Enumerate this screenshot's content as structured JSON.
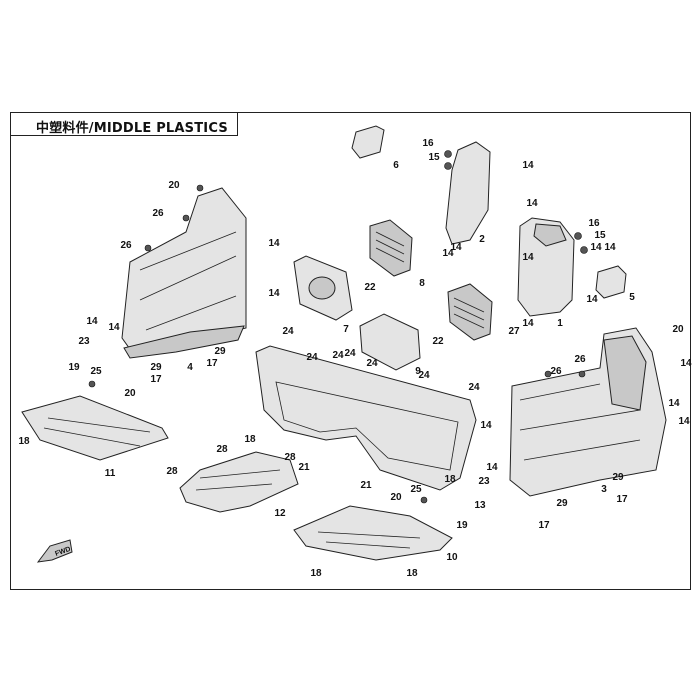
{
  "title": "中塑料件/MIDDLE PLASTICS",
  "callouts": [
    {
      "n": "1"
    },
    {
      "n": "2"
    },
    {
      "n": "3"
    },
    {
      "n": "4"
    },
    {
      "n": "5"
    },
    {
      "n": "6"
    },
    {
      "n": "7"
    },
    {
      "n": "8"
    },
    {
      "n": "9"
    },
    {
      "n": "10"
    },
    {
      "n": "11"
    },
    {
      "n": "12"
    },
    {
      "n": "13"
    },
    {
      "n": "14"
    },
    {
      "n": "14"
    },
    {
      "n": "14"
    },
    {
      "n": "14"
    },
    {
      "n": "14"
    },
    {
      "n": "14"
    },
    {
      "n": "14"
    },
    {
      "n": "14"
    },
    {
      "n": "14"
    },
    {
      "n": "14"
    },
    {
      "n": "14"
    },
    {
      "n": "14"
    },
    {
      "n": "14"
    },
    {
      "n": "14"
    },
    {
      "n": "14"
    },
    {
      "n": "14"
    },
    {
      "n": "14"
    },
    {
      "n": "14"
    },
    {
      "n": "15"
    },
    {
      "n": "15"
    },
    {
      "n": "16"
    },
    {
      "n": "16"
    },
    {
      "n": "17"
    },
    {
      "n": "17"
    },
    {
      "n": "17"
    },
    {
      "n": "17"
    },
    {
      "n": "18"
    },
    {
      "n": "18"
    },
    {
      "n": "18"
    },
    {
      "n": "18"
    },
    {
      "n": "18"
    },
    {
      "n": "19"
    },
    {
      "n": "19"
    },
    {
      "n": "20"
    },
    {
      "n": "20"
    },
    {
      "n": "20"
    },
    {
      "n": "20"
    },
    {
      "n": "21"
    },
    {
      "n": "21"
    },
    {
      "n": "22"
    },
    {
      "n": "22"
    },
    {
      "n": "23"
    },
    {
      "n": "23"
    },
    {
      "n": "24"
    },
    {
      "n": "24"
    },
    {
      "n": "24"
    },
    {
      "n": "24"
    },
    {
      "n": "24"
    },
    {
      "n": "24"
    },
    {
      "n": "24"
    },
    {
      "n": "25"
    },
    {
      "n": "25"
    },
    {
      "n": "26"
    },
    {
      "n": "26"
    },
    {
      "n": "26"
    },
    {
      "n": "26"
    },
    {
      "n": "27"
    },
    {
      "n": "28"
    },
    {
      "n": "28"
    },
    {
      "n": "28"
    },
    {
      "n": "29"
    },
    {
      "n": "29"
    },
    {
      "n": "29"
    },
    {
      "n": "29"
    }
  ],
  "fwd_label": "FWD"
}
